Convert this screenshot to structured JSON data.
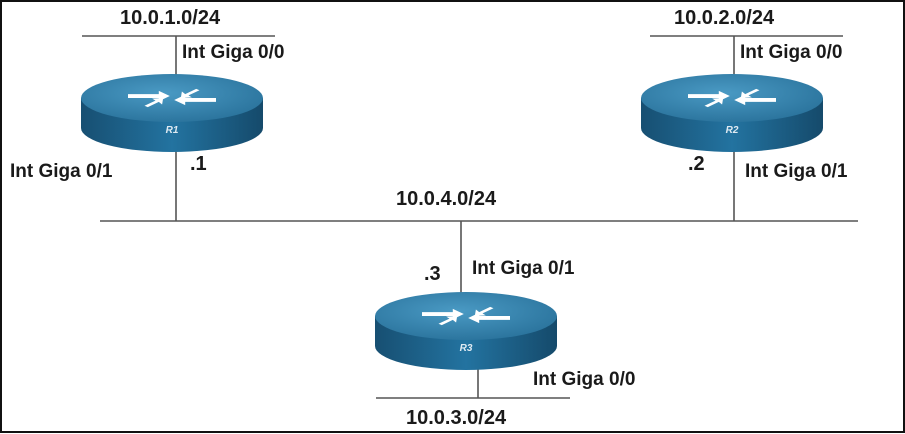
{
  "networks": {
    "r1_lan": "10.0.1.0/24",
    "r2_lan": "10.0.2.0/24",
    "backbone": "10.0.4.0/24",
    "r3_lan": "10.0.3.0/24"
  },
  "routers": [
    {
      "id": "r1",
      "name": "R1",
      "lan_interface": "Int Giga 0/0",
      "wan_interface": "Int Giga 0/1",
      "host_id": ".1"
    },
    {
      "id": "r2",
      "name": "R2",
      "lan_interface": "Int Giga 0/0",
      "wan_interface": "Int Giga 0/1",
      "host_id": ".2"
    },
    {
      "id": "r3",
      "name": "R3",
      "lan_interface": "Int Giga 0/0",
      "wan_interface": "Int Giga 0/1",
      "host_id": ".3"
    }
  ],
  "colors": {
    "router_top": "#2e7fa9",
    "router_side": "#1b5e85",
    "arrow": "#ffffff",
    "line": "#555555",
    "border": "#111111"
  }
}
